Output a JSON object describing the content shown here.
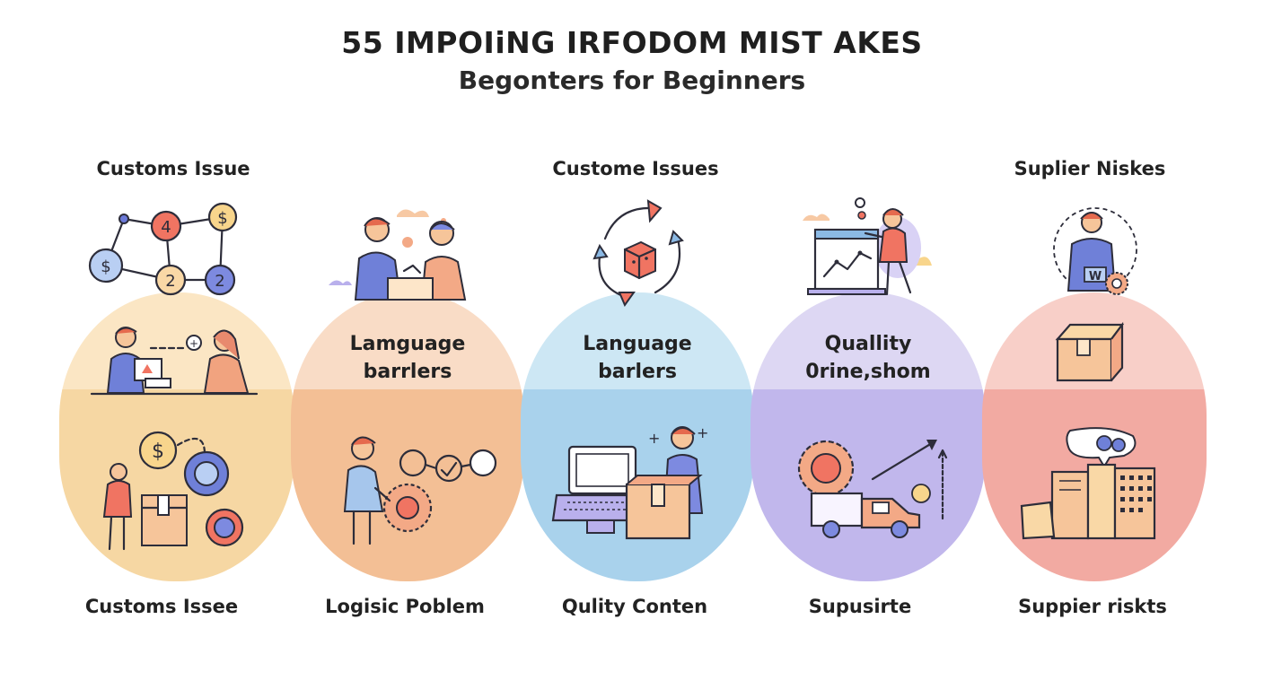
{
  "header": {
    "title": "55 IMPOIiNG IRFODOM MISТ AKES",
    "subtitle": "Begonters for Beginners"
  },
  "columns": [
    {
      "top_label": "Customs Isѕue",
      "blob_text_1": "",
      "blob_text_2": "",
      "bottom_label": "Customs Issee",
      "colors": {
        "top": "#fbe6c4",
        "bottom": "#f6d7a3"
      },
      "icons": [
        "network-icon",
        "people-laptop-icon",
        "coin-icon",
        "box-icon"
      ]
    },
    {
      "top_label": "",
      "blob_text_1": "Lamguage",
      "blob_text_2": "barrlers",
      "bottom_label": "Logisic Poblem",
      "colors": {
        "top": "#f9dcc6",
        "bottom": "#f3bf95"
      },
      "icons": [
        "handshake-icon",
        "gear-icon",
        "chain-icon"
      ]
    },
    {
      "top_label": "Custome Issues",
      "blob_text_1": "Language",
      "blob_text_2": "barlers",
      "bottom_label": "Qulity Conten",
      "colors": {
        "top": "#cde7f4",
        "bottom": "#a9d2ec"
      },
      "icons": [
        "cycle-arrows-icon",
        "laptop-icon",
        "box-icon"
      ]
    },
    {
      "top_label": "",
      "blob_text_1": "Quallity",
      "blob_text_2": "0rine,shom",
      "bottom_label": "Supusirte",
      "colors": {
        "top": "#ddd7f3",
        "bottom": "#c1b7ec"
      },
      "icons": [
        "chart-board-icon",
        "gear-icon",
        "truck-icon"
      ]
    },
    {
      "top_label": "Suplier Niskes",
      "blob_text_1": "",
      "blob_text_2": "",
      "bottom_label": "Suppier riskts",
      "colors": {
        "top": "#f8cfc8",
        "bottom": "#f2aaa2"
      },
      "icons": [
        "worker-icon",
        "box-icon",
        "chat-bubble-icon",
        "documents-icon"
      ]
    }
  ]
}
